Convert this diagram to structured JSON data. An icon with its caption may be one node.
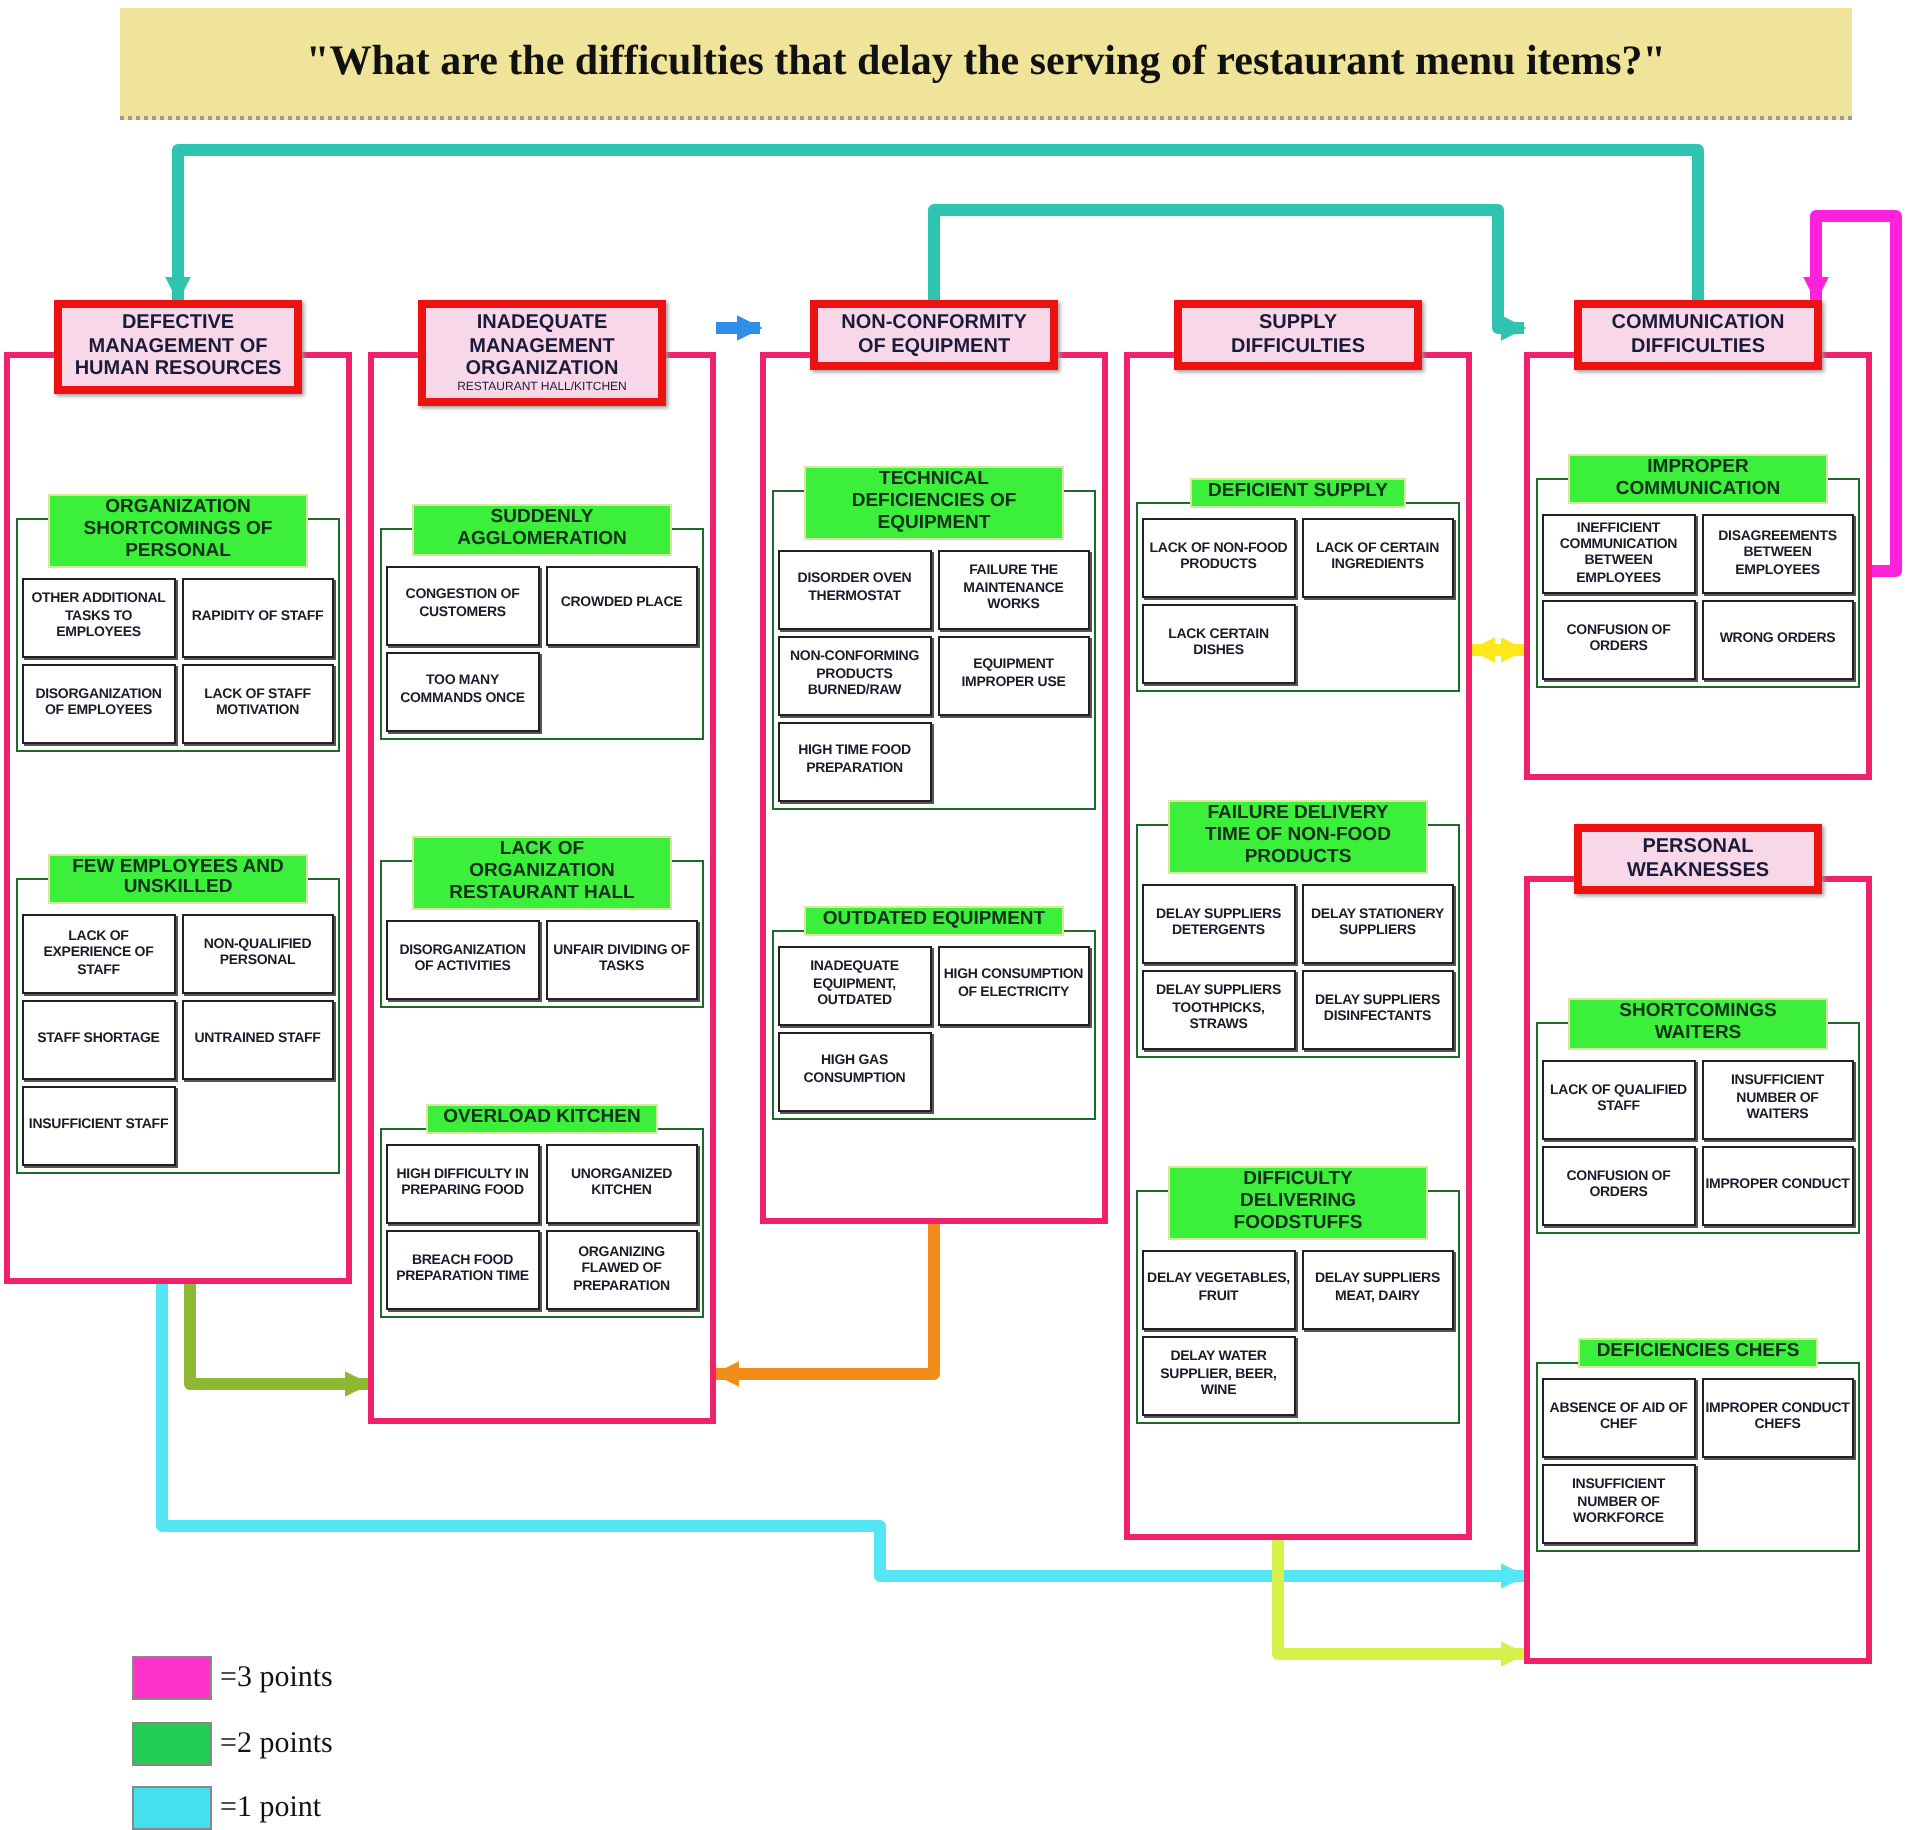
{
  "diagram": {
    "title": "\"What are the difficulties that delay the serving of restaurant menu items?\"",
    "nodes": [
      {
        "text": [
          "DEFECTIVE MANAGEMENT OF HUMAN RESOURCES"
        ]
      },
      {
        "text": [
          "ORGANIZATION SHORTCOMINGS OF PERSONAL"
        ],
        "in": 0
      },
      {
        "text": [
          "OTHER ADDITIONAL TASKS TO EMPLOYEES"
        ],
        "in": 1
      },
      {
        "text": [
          "RAPIDITY OF STAFF"
        ],
        "in": 1
      },
      {
        "text": [
          "DISORGANIZATION OF EMPLOYEES"
        ],
        "in": 1
      },
      {
        "text": [
          "LACK OF STAFF MOTIVATION"
        ],
        "in": 1
      },
      {
        "text": [
          "FEW EMPLOYEES AND UNSKILLED"
        ],
        "in": 0
      },
      {
        "text": [
          "LACK OF EXPERIENCE OF STAFF"
        ],
        "in": 6
      },
      {
        "text": [
          "NON-QUALIFIED PERSONAL"
        ],
        "in": 6
      },
      {
        "text": [
          "STAFF SHORTAGE"
        ],
        "in": 6
      },
      {
        "text": [
          "UNTRAINED STAFF"
        ],
        "in": 6
      },
      {
        "text": [
          "INSUFFICIENT STAFF"
        ],
        "in": 6
      },
      {
        "text": [
          "INADEQUATE MANAGEMENT ORGANIZATION",
          "RESTAURANT HALL/KITCHEN"
        ]
      },
      {
        "text": [
          "SUDDENLY AGGLOMERATION"
        ],
        "in": 12
      },
      {
        "text": [
          "CONGESTION OF CUSTOMERS"
        ],
        "in": 13
      },
      {
        "text": [
          "CROWDED PLACE"
        ],
        "in": 13
      },
      {
        "text": [
          "TOO MANY COMMANDS ONCE"
        ],
        "in": 13
      },
      {
        "text": [
          "LACK OF ORGANIZATION RESTAURANT HALL"
        ],
        "in": 12
      },
      {
        "text": [
          "DISORGANIZATION OF ACTIVITIES"
        ],
        "in": 17
      },
      {
        "text": [
          "UNFAIR DIVIDING OF TASKS"
        ],
        "in": 17
      },
      {
        "text": [
          "OVERLOAD KITCHEN"
        ],
        "in": 12
      },
      {
        "text": [
          "HIGH DIFFICULTY IN PREPARING FOOD"
        ],
        "in": 20
      },
      {
        "text": [
          "UNORGANIZED KITCHEN"
        ],
        "in": 20
      },
      {
        "text": [
          "BREACH FOOD PREPARATION TIME"
        ],
        "in": 20
      },
      {
        "text": [
          "ORGANIZING FLAWED OF PREPARATION"
        ],
        "in": 20
      },
      {
        "text": [
          "NON-CONFORMITY OF EQUIPMENT"
        ]
      },
      {
        "text": [
          "TECHNICAL DEFICIENCIES OF EQUIPMENT"
        ],
        "in": 25
      },
      {
        "text": [
          "DISORDER OVEN THERMOSTAT"
        ],
        "in": 26
      },
      {
        "text": [
          "FAILURE THE MAINTENANCE WORKS"
        ],
        "in": 26
      },
      {
        "text": [
          "NON-CONFORMING PRODUCTS BURNED/RAW"
        ],
        "in": 26
      },
      {
        "text": [
          "EQUIPMENT IMPROPER USE"
        ],
        "in": 26
      },
      {
        "text": [
          "HIGH TIME FOOD PREPARATION"
        ],
        "in": 26
      },
      {
        "text": [
          "OUTDATED EQUIPMENT"
        ],
        "in": 25
      },
      {
        "text": [
          "INADEQUATE EQUIPMENT, OUTDATED"
        ],
        "in": 32
      },
      {
        "text": [
          "HIGH CONSUMPTION OF ELECTRICITY"
        ],
        "in": 32
      },
      {
        "text": [
          "HIGH GAS CONSUMPTION"
        ],
        "in": 32
      },
      {
        "text": [
          "SUPPLY DIFFICULTIES"
        ]
      },
      {
        "text": [
          "DEFICIENT SUPPLY"
        ],
        "in": 36
      },
      {
        "text": [
          "LACK OF NON-FOOD PRODUCTS"
        ],
        "in": 37
      },
      {
        "text": [
          "LACK OF CERTAIN INGREDIENTS"
        ],
        "in": 37
      },
      {
        "text": [
          "LACK CERTAIN DISHES"
        ],
        "in": 37
      },
      {
        "text": [
          "FAILURE DELIVERY TIME OF NON-FOOD PRODUCTS"
        ],
        "in": 36
      },
      {
        "text": [
          "DELAY SUPPLIERS DETERGENTS"
        ],
        "in": 41
      },
      {
        "text": [
          "DELAY STATIONERY SUPPLIERS"
        ],
        "in": 41
      },
      {
        "text": [
          "DELAY SUPPLIERS TOOTHPICKS, STRAWS"
        ],
        "in": 41
      },
      {
        "text": [
          "DELAY SUPPLIERS DISINFECTANTS"
        ],
        "in": 41
      },
      {
        "text": [
          "DIFFICULTY DELIVERING FOODSTUFFS"
        ],
        "in": 36
      },
      {
        "text": [
          "DELAY VEGETABLES, FRUIT"
        ],
        "in": 46
      },
      {
        "text": [
          "DELAY SUPPLIERS MEAT, DAIRY"
        ],
        "in": 46
      },
      {
        "text": [
          "DELAY WATER SUPPLIER, BEER, WINE"
        ],
        "in": 46
      },
      {
        "text": [
          "COMMUNICATION DIFFICULTIES"
        ]
      },
      {
        "text": [
          "IMPROPER COMMUNICATION"
        ],
        "in": 50
      },
      {
        "text": [
          "INEFFICIENT COMMUNICATION BETWEEN EMPLOYEES"
        ],
        "in": 51
      },
      {
        "text": [
          "DISAGREEMENTS BETWEEN EMPLOYEES"
        ],
        "in": 51
      },
      {
        "text": [
          "CONFUSION OF ORDERS"
        ],
        "in": 51
      },
      {
        "text": [
          "WRONG ORDERS"
        ],
        "in": 51
      },
      {
        "text": [
          "PERSONAL WEAKNESSES"
        ]
      },
      {
        "text": [
          "SHORTCOMINGS WAITERS"
        ],
        "in": 56
      },
      {
        "text": [
          "LACK OF QUALIFIED STAFF"
        ],
        "in": 57
      },
      {
        "text": [
          "INSUFFICIENT NUMBER OF WAITERS"
        ],
        "in": 57
      },
      {
        "text": [
          "CONFUSION OF ORDERS"
        ],
        "in": 57
      },
      {
        "text": [
          "IMPROPER CONDUCT"
        ],
        "in": 57
      },
      {
        "text": [
          "DEFICIENCIES CHEFS"
        ],
        "in": 56
      },
      {
        "text": [
          "ABSENCE OF AID OF CHEF"
        ],
        "in": 62
      },
      {
        "text": [
          "IMPROPER CONDUCT CHEFS"
        ],
        "in": 62
      },
      {
        "text": [
          "INSUFFICIENT NUMBER OF WORKFORCE"
        ],
        "in": 62
      }
    ],
    "edges": [
      {
        "from": 50,
        "to": 0,
        "arrow": "to",
        "color": "#2ec4b0"
      },
      {
        "from": 12,
        "to": 25,
        "arrow": "to",
        "color": "#2f8fe8"
      },
      {
        "from": 25,
        "to": 50,
        "arrow": "to",
        "color": "#2ec4b0"
      },
      {
        "from": 51,
        "to": 50,
        "arrow": "to",
        "color": "#ff22dd"
      },
      {
        "from": 36,
        "to": 50,
        "arrow": "both",
        "color": "#ffe81a"
      },
      {
        "from": 0,
        "to": 12,
        "arrow": "to",
        "color": "#8fb832"
      },
      {
        "from": 25,
        "to": 12,
        "arrow": "to",
        "color": "#f28c18"
      },
      {
        "from": 0,
        "to": 56,
        "arrow": "to",
        "color": "#55e6f5"
      },
      {
        "from": 36,
        "to": 56,
        "arrow": "to",
        "color": "#d8f04a"
      }
    ],
    "legend": [
      {
        "text": "=3 points",
        "color": "#ff33cc"
      },
      {
        "text": "=2 points",
        "color": "#22cc55"
      },
      {
        "text": "=1 point",
        "color": "#44e0f0"
      }
    ]
  }
}
